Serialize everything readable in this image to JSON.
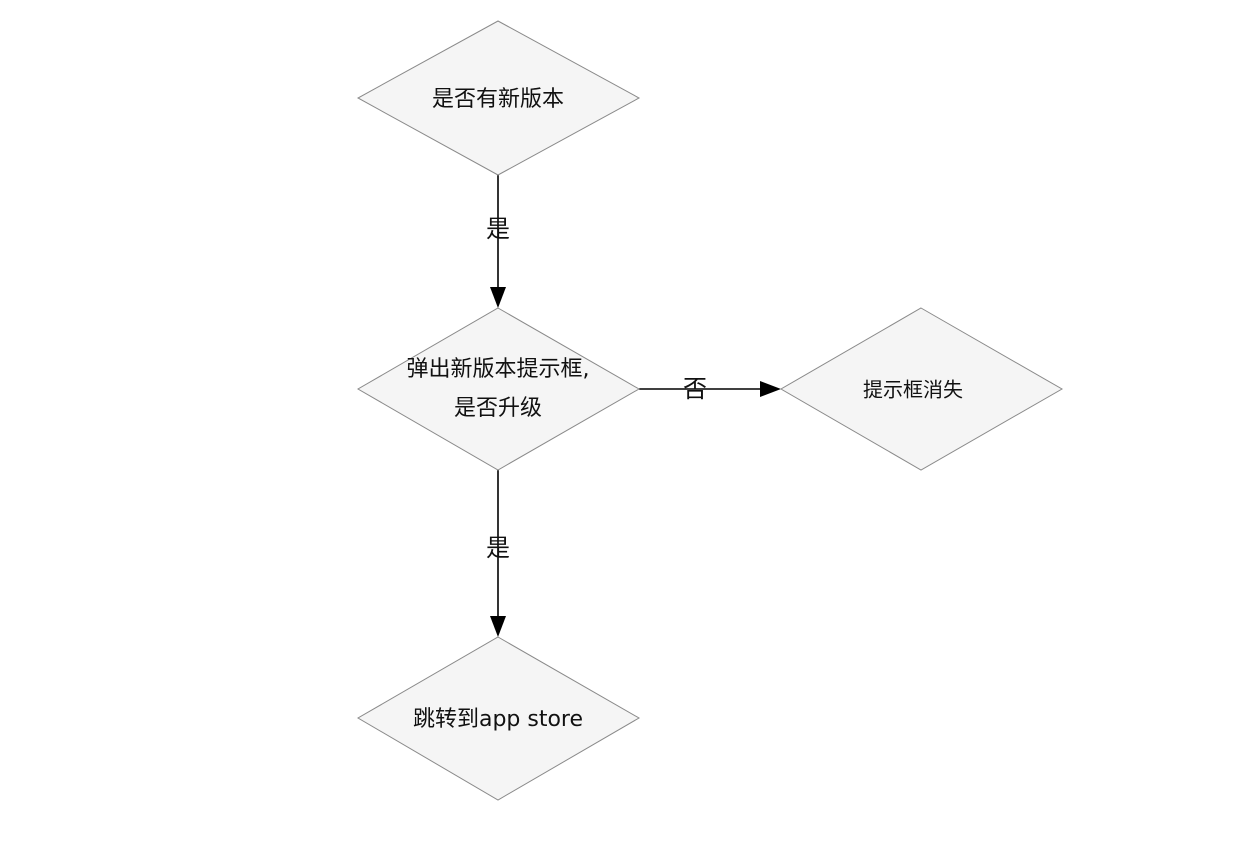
{
  "diagram": {
    "nodes": [
      {
        "id": "check-version",
        "label": "是否有新版本"
      },
      {
        "id": "prompt-upgrade",
        "label_line1": "弹出新版本提示框,",
        "label_line2": "是否升级"
      },
      {
        "id": "dismiss",
        "label": "提示框消失"
      },
      {
        "id": "goto-store",
        "label": "跳转到app store"
      }
    ],
    "edges": [
      {
        "from": "check-version",
        "to": "prompt-upgrade",
        "label": "是"
      },
      {
        "from": "prompt-upgrade",
        "to": "dismiss",
        "label": "否"
      },
      {
        "from": "prompt-upgrade",
        "to": "goto-store",
        "label": "是"
      }
    ],
    "colors": {
      "node_fill": "#f5f5f5",
      "node_stroke": "#8a8a8a",
      "edge": "#000000"
    }
  }
}
